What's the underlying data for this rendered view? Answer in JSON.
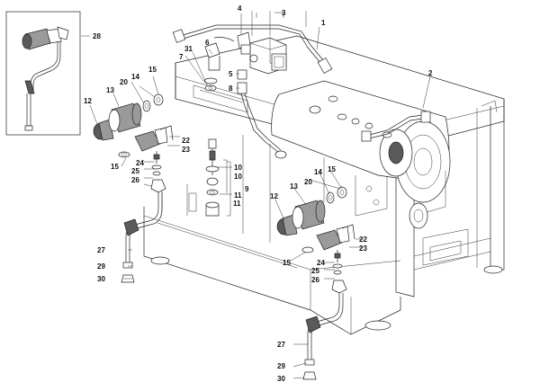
{
  "callouts": [
    {
      "id": "c1",
      "text": "1"
    },
    {
      "id": "c2",
      "text": "2"
    },
    {
      "id": "c3",
      "text": "3"
    },
    {
      "id": "c4",
      "text": "4"
    },
    {
      "id": "c5",
      "text": "5"
    },
    {
      "id": "c6",
      "text": "6"
    },
    {
      "id": "c7",
      "text": "7"
    },
    {
      "id": "c8",
      "text": "8"
    },
    {
      "id": "c9",
      "text": "9"
    },
    {
      "id": "c10a",
      "text": "10"
    },
    {
      "id": "c10b",
      "text": "10"
    },
    {
      "id": "c11a",
      "text": "11"
    },
    {
      "id": "c11b",
      "text": "11"
    },
    {
      "id": "c12a",
      "text": "12"
    },
    {
      "id": "c12b",
      "text": "12"
    },
    {
      "id": "c13a",
      "text": "13"
    },
    {
      "id": "c13b",
      "text": "13"
    },
    {
      "id": "c14a",
      "text": "14"
    },
    {
      "id": "c14b",
      "text": "14"
    },
    {
      "id": "c15a",
      "text": "15"
    },
    {
      "id": "c15b",
      "text": "15"
    },
    {
      "id": "c15c",
      "text": "15"
    },
    {
      "id": "c15d",
      "text": "15"
    },
    {
      "id": "c20a",
      "text": "20"
    },
    {
      "id": "c20b",
      "text": "20"
    },
    {
      "id": "c22a",
      "text": "22"
    },
    {
      "id": "c22b",
      "text": "22"
    },
    {
      "id": "c23a",
      "text": "23"
    },
    {
      "id": "c23b",
      "text": "23"
    },
    {
      "id": "c24a",
      "text": "24"
    },
    {
      "id": "c24b",
      "text": "24"
    },
    {
      "id": "c25a",
      "text": "25"
    },
    {
      "id": "c25b",
      "text": "25"
    },
    {
      "id": "c26a",
      "text": "26"
    },
    {
      "id": "c26b",
      "text": "26"
    },
    {
      "id": "c27a",
      "text": "27"
    },
    {
      "id": "c27b",
      "text": "27"
    },
    {
      "id": "c28",
      "text": "28"
    },
    {
      "id": "c29a",
      "text": "29"
    },
    {
      "id": "c29b",
      "text": "29"
    },
    {
      "id": "c30a",
      "text": "30"
    },
    {
      "id": "c30b",
      "text": "30"
    },
    {
      "id": "c31",
      "text": "31"
    }
  ]
}
